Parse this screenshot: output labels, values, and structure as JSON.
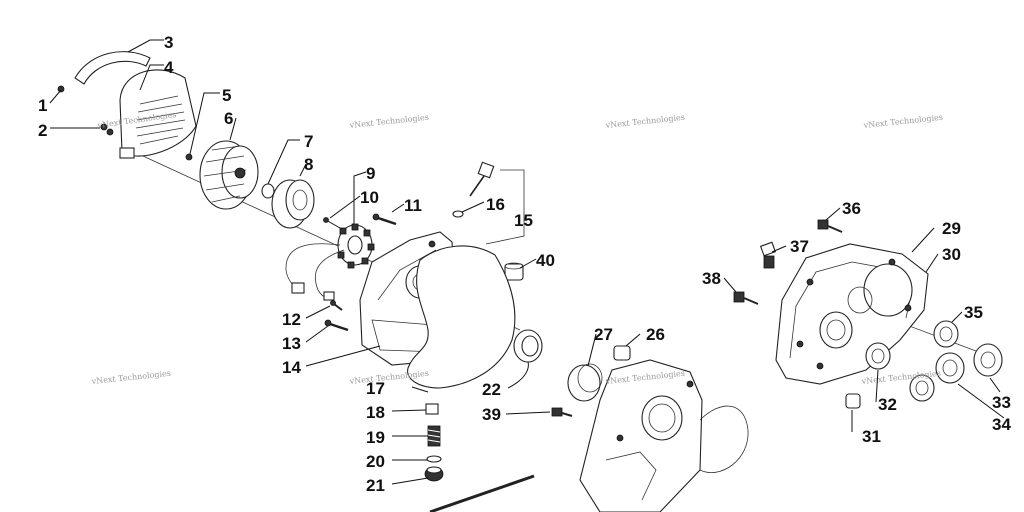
{
  "watermark_text": "vNext Technologies",
  "callouts": [
    "1",
    "2",
    "3",
    "4",
    "5",
    "6",
    "7",
    "8",
    "9",
    "10",
    "11",
    "12",
    "13",
    "14",
    "15",
    "16",
    "17",
    "18",
    "19",
    "20",
    "21",
    "22",
    "26",
    "27",
    "29",
    "30",
    "31",
    "32",
    "33",
    "34",
    "35",
    "36",
    "37",
    "38",
    "39",
    "40"
  ]
}
